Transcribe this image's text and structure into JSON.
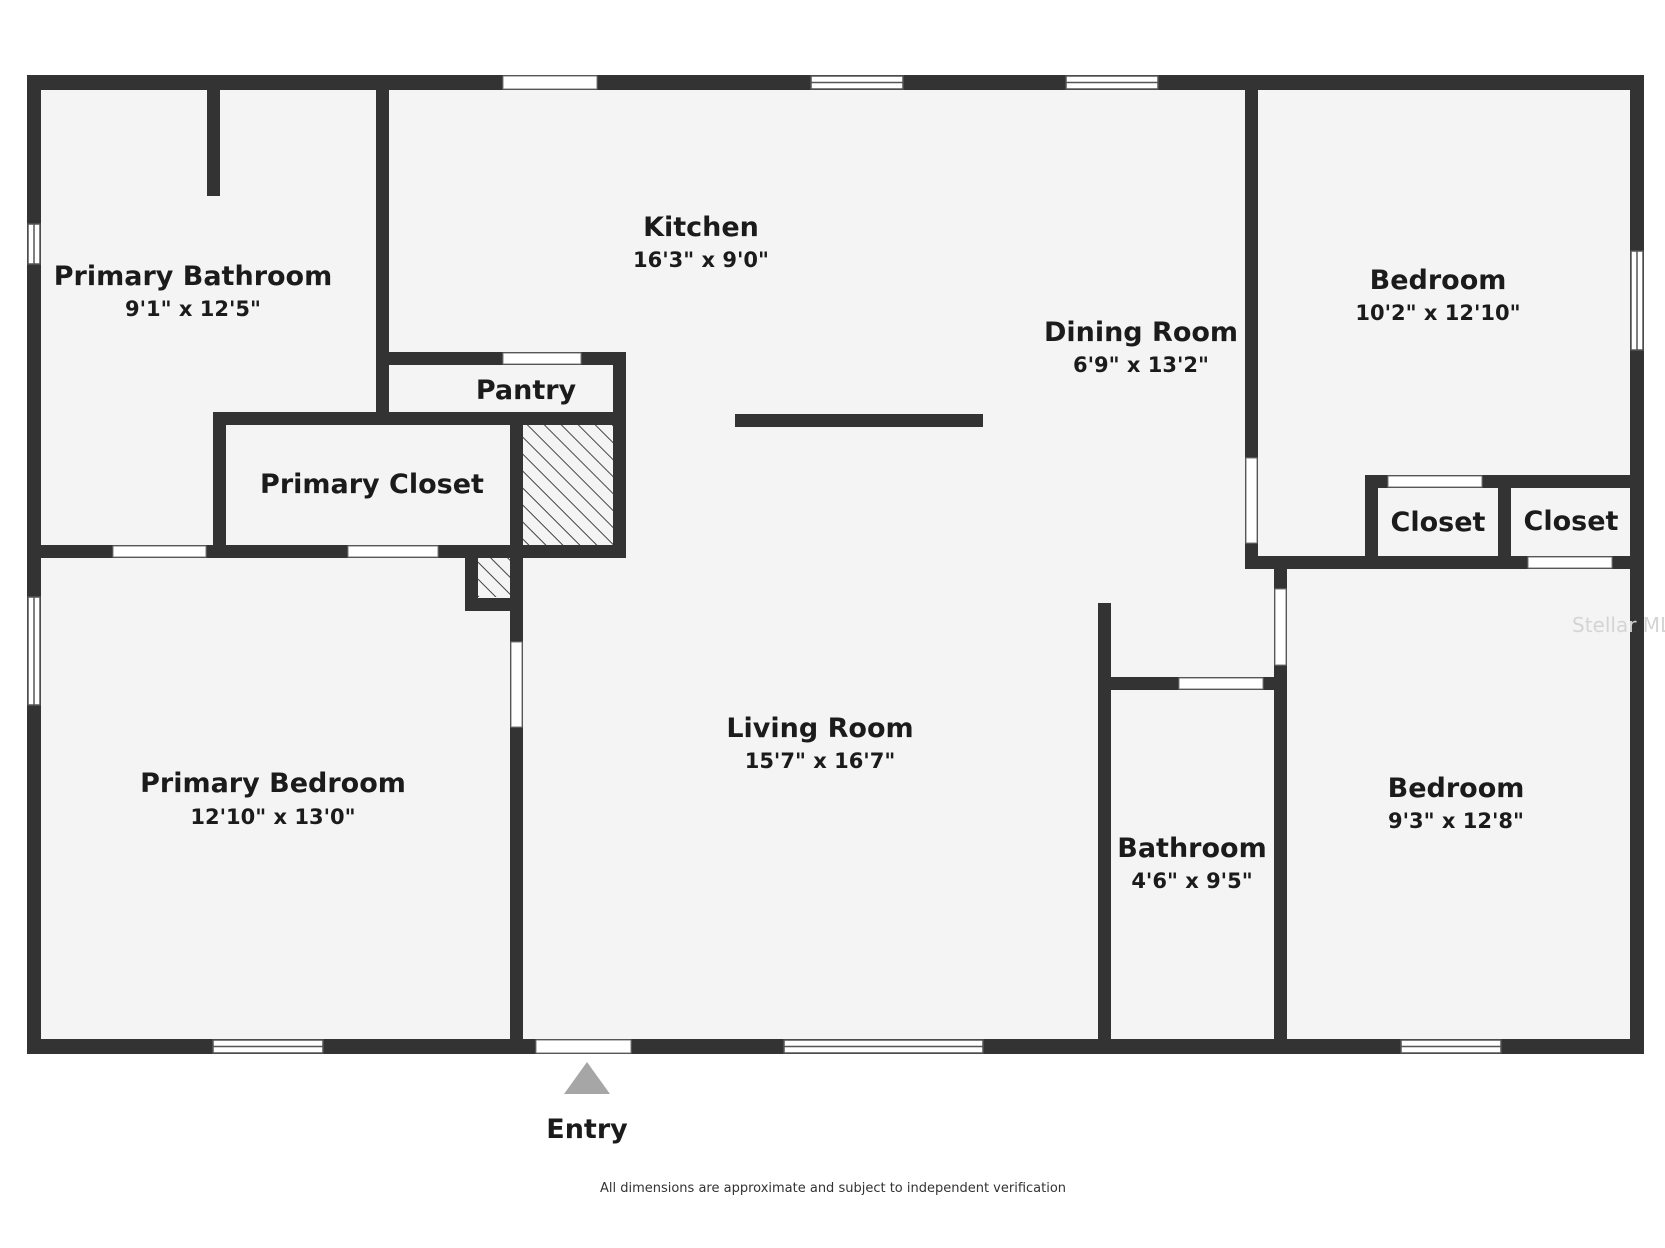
{
  "colors": {
    "wall": "#333333",
    "floor": "#f4f4f4",
    "window_frame": "#555555",
    "entry_arrow": "#a6a6a6"
  },
  "rooms": {
    "kitchen": {
      "name": "Kitchen",
      "dims": "16'3\" x 9'0\""
    },
    "primary_bathroom": {
      "name": "Primary Bathroom",
      "dims": "9'1\" x 12'5\""
    },
    "dining_room": {
      "name": "Dining Room",
      "dims": "6'9\" x 13'2\""
    },
    "bedroom_upper": {
      "name": "Bedroom",
      "dims": "10'2\" x 12'10\""
    },
    "pantry": {
      "name": "Pantry"
    },
    "primary_closet": {
      "name": "Primary Closet"
    },
    "closet_left": {
      "name": "Closet"
    },
    "closet_right": {
      "name": "Closet"
    },
    "living_room": {
      "name": "Living Room",
      "dims": "15'7\" x 16'7\""
    },
    "primary_bedroom": {
      "name": "Primary Bedroom",
      "dims": "12'10\" x 13'0\""
    },
    "bathroom": {
      "name": "Bathroom",
      "dims": "4'6\" x 9'5\""
    },
    "bedroom_lower": {
      "name": "Bedroom",
      "dims": "9'3\" x 12'8\""
    }
  },
  "entry": {
    "label": "Entry"
  },
  "disclaimer": "All dimensions are approximate and subject to independent verification",
  "watermark": "Stellar MLS"
}
